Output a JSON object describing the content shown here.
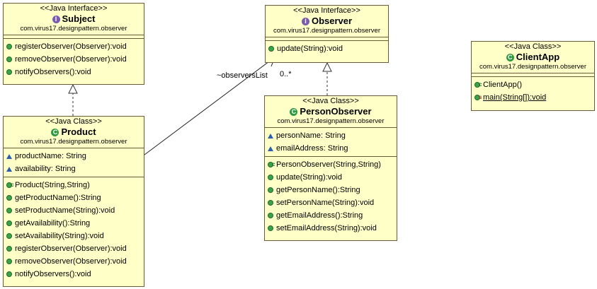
{
  "classes": {
    "subject": {
      "stereotype": "<<Java Interface>>",
      "name": "Subject",
      "package": "com.virus17.designpattern.observer",
      "methods": [
        "registerObserver(Observer):void",
        "removeObserver(Observer):void",
        "notifyObservers():void"
      ]
    },
    "observer": {
      "stereotype": "<<Java Interface>>",
      "name": "Observer",
      "package": "com.virus17.designpattern.observer",
      "methods": [
        "update(String):void"
      ]
    },
    "clientapp": {
      "stereotype": "<<Java Class>>",
      "name": "ClientApp",
      "package": "com.virus17.designpattern.observer",
      "methods": [
        "ClientApp()",
        "main(String[]):void"
      ]
    },
    "product": {
      "stereotype": "<<Java Class>>",
      "name": "Product",
      "package": "com.virus17.designpattern.observer",
      "fields": [
        "productName: String",
        "availability: String"
      ],
      "methods": [
        "Product(String,String)",
        "getProductName():String",
        "setProductName(String):void",
        "getAvailability():String",
        "setAvailability(String):void",
        "registerObserver(Observer):void",
        "removeObserver(Observer):void",
        "notifyObservers():void"
      ]
    },
    "personobserver": {
      "stereotype": "<<Java Class>>",
      "name": "PersonObserver",
      "package": "com.virus17.designpattern.observer",
      "fields": [
        "personName: String",
        "emailAddress: String"
      ],
      "methods": [
        "PersonObserver(String,String)",
        "update(String):void",
        "getPersonName():String",
        "setPersonName(String):void",
        "getEmailAddress():String",
        "setEmailAddress(String):void"
      ]
    }
  },
  "association": {
    "role": "~observersList",
    "multiplicity": "0..*"
  },
  "icons": {
    "interface_badge": "I",
    "class_badge": "C"
  }
}
